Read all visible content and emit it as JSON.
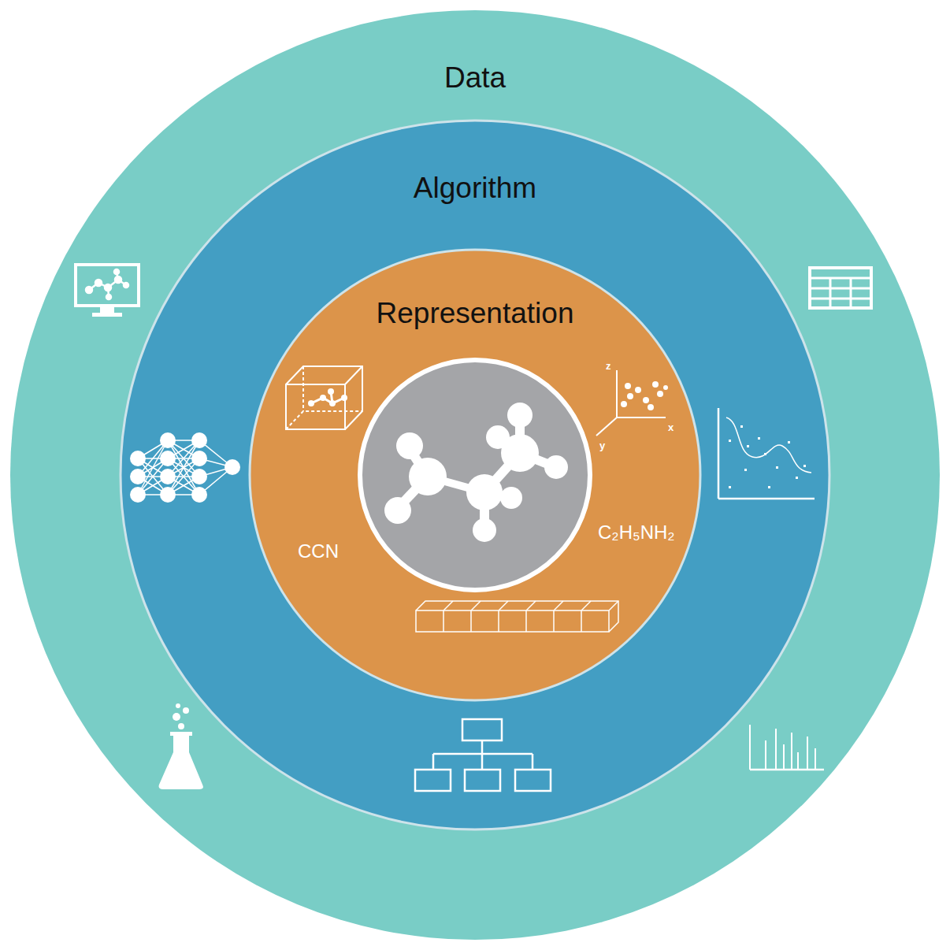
{
  "diagram": {
    "nodes": [
      {
        "text": [
          "Data"
        ]
      },
      {
        "text": [
          "Algorithm"
        ],
        "in": 0
      },
      {
        "text": [
          "Representation"
        ],
        "in": 1
      }
    ],
    "labels": [
      "CCN",
      "C₂H₅NH₂",
      "z",
      "y",
      "x"
    ]
  }
}
